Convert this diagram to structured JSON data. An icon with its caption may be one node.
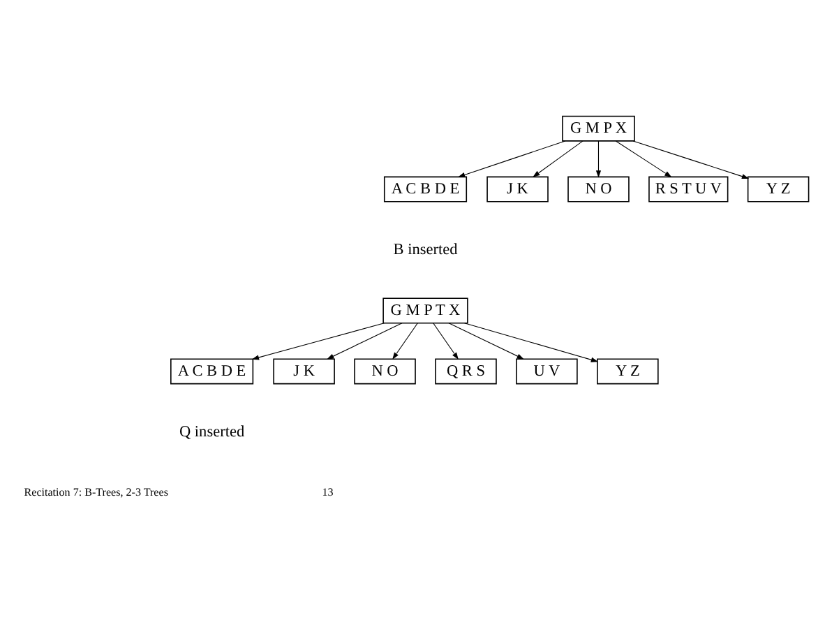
{
  "diagram": {
    "nodes": [
      {
        "text": [
          "G M P X"
        ]
      },
      {
        "text": [
          "A C B D E"
        ]
      },
      {
        "text": [
          "J K"
        ]
      },
      {
        "text": [
          "N O"
        ]
      },
      {
        "text": [
          "R S T U V"
        ]
      },
      {
        "text": [
          "Y Z"
        ]
      },
      {
        "text": [
          "G M P T X"
        ]
      },
      {
        "text": [
          "A C B D E"
        ]
      },
      {
        "text": [
          "J K"
        ]
      },
      {
        "text": [
          "N O"
        ]
      },
      {
        "text": [
          "Q R S"
        ]
      },
      {
        "text": [
          "U V"
        ]
      },
      {
        "text": [
          "Y Z"
        ]
      }
    ],
    "edges": [
      {
        "from": 0,
        "to": 1,
        "arrow": "to"
      },
      {
        "from": 0,
        "to": 2,
        "arrow": "to"
      },
      {
        "from": 0,
        "to": 3,
        "arrow": "to"
      },
      {
        "from": 0,
        "to": 4,
        "arrow": "to"
      },
      {
        "from": 0,
        "to": 5,
        "arrow": "to"
      },
      {
        "from": 6,
        "to": 7,
        "arrow": "to"
      },
      {
        "from": 6,
        "to": 8,
        "arrow": "to"
      },
      {
        "from": 6,
        "to": 9,
        "arrow": "to"
      },
      {
        "from": 6,
        "to": 10,
        "arrow": "to"
      },
      {
        "from": 6,
        "to": 11,
        "arrow": "to"
      },
      {
        "from": 6,
        "to": 12,
        "arrow": "to"
      }
    ],
    "labels": [
      "B inserted",
      "Q inserted",
      "Recitation 7: B-Trees, 2-3 Trees",
      "13"
    ]
  }
}
